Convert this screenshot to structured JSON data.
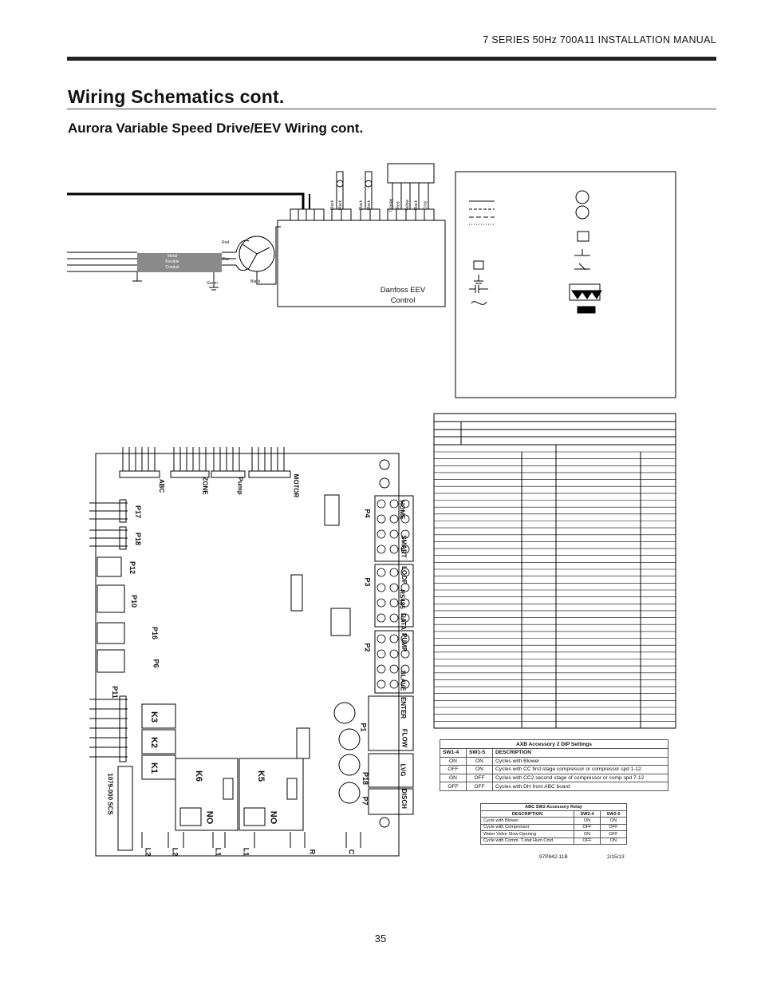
{
  "header": {
    "manual_title": "7 SERIES 50Hz 700A11 INSTALLATION MANUAL"
  },
  "page": {
    "title": "Wiring Schematics cont.",
    "section_title": "Aurora Variable Speed Drive/EEV Wiring cont.",
    "page_number": "35"
  },
  "eev": {
    "label_line1": "Danfoss EEV",
    "label_line2": "Control",
    "wire_labels": [
      "Black",
      "Black",
      "Black",
      "Black",
      "Orange",
      "Red",
      "Yellow",
      "Black",
      "Gray"
    ]
  },
  "motor": {
    "conduit_label": [
      "Metal",
      "Flexible",
      "Conduit"
    ],
    "wire_red": "Red",
    "wire_blue": "Blue",
    "wire_black": "Black",
    "ground_label": "Green"
  },
  "board": {
    "header_labels": [
      "ABC",
      "ZONE",
      "Pump",
      "MOTOR"
    ],
    "connectors_left": [
      "P17",
      "P18",
      "P12",
      "P10",
      "P16",
      "P6",
      "P11"
    ],
    "connectors_right": [
      "P4",
      "P3",
      "P2",
      "P1",
      "P18",
      "P7"
    ],
    "relays": [
      "K3",
      "K2",
      "K1",
      "K6",
      "K5"
    ],
    "terminals_bottom": [
      "L2",
      "L2",
      "L1",
      "L1",
      "R",
      "C"
    ],
    "board_id": "1079-000 SCS",
    "relay_no": "NO",
    "terminal_groups": [
      "HOME",
      "SMART",
      "LOOP",
      "RS485",
      "DATA",
      "PUMP",
      "SLAVE",
      "ENTER",
      "FLOW",
      "LVG",
      "DISCH"
    ]
  },
  "axb_table": {
    "caption": "AXB Accessory 2 DIP Settings",
    "headers": [
      "SW1-4",
      "SW1-5",
      "DESCRIPTION"
    ],
    "rows": [
      [
        "ON",
        "ON",
        "Cycles with Blower"
      ],
      [
        "OFF",
        "ON",
        "Cycles with CC first stage compressor or compressor spd 1-12"
      ],
      [
        "ON",
        "OFF",
        "Cycles with CC2 second stage of compressor or comp spd  7-12"
      ],
      [
        "OFF",
        "OFF",
        "Cycles with DH from ABC board"
      ]
    ]
  },
  "abc_table": {
    "caption": "ABC SW2 Accessory Relay",
    "headers": [
      "DESCRIPTION",
      "SW2-4",
      "SW2-5"
    ],
    "rows": [
      [
        "Cycle with Blower",
        "ON",
        "ON"
      ],
      [
        "Cycle with Compressor",
        "OFF",
        "OFF"
      ],
      [
        "Water Valve Slow Opening",
        "ON",
        "OFF"
      ],
      [
        "Cycle with Comm. T-stat Hum Cmd",
        "OFF",
        "ON"
      ]
    ]
  },
  "drawing": {
    "number": "97P842-11B",
    "date": "2/15/13"
  }
}
